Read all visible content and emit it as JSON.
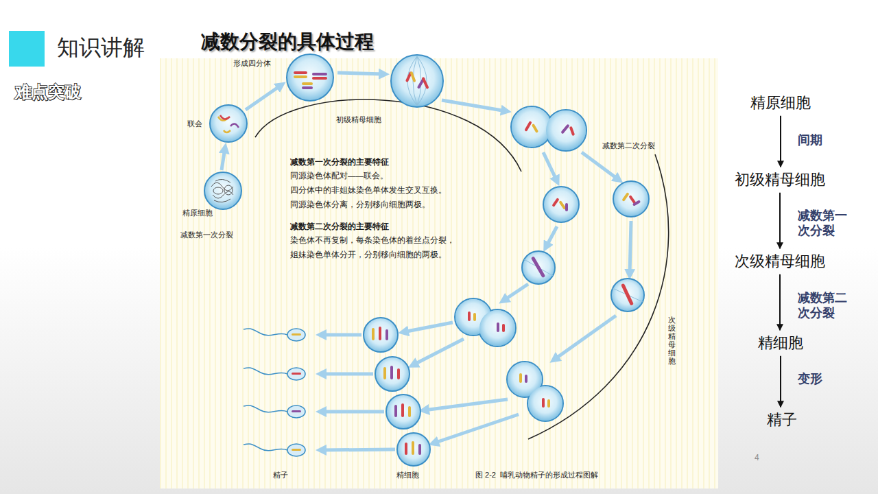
{
  "diagram": {
    "title": "减数分裂的具体过程",
    "caption": "图 2-2  哺乳动物精子的形成过程图解",
    "nodes": [
      {
        "text": [
          "精原细胞"
        ]
      },
      {
        "text": [
          "初级精母细胞"
        ]
      },
      {
        "text": [
          "次级精母细胞"
        ]
      },
      {
        "text": [
          "精细胞"
        ]
      },
      {
        "text": [
          "精子"
        ]
      }
    ],
    "edges": [
      {
        "from": 0,
        "to": 1,
        "arrow": "to",
        "label": "间期"
      },
      {
        "from": 1,
        "to": 2,
        "arrow": "to",
        "label": "减数第一次分裂"
      },
      {
        "from": 2,
        "to": 3,
        "arrow": "to",
        "label": "减数第二次分裂"
      },
      {
        "from": 3,
        "to": 4,
        "arrow": "to",
        "label": "变形"
      }
    ],
    "labels": [
      "知识讲解",
      "难点突破",
      "形成四分体",
      "联会",
      "精原细胞",
      "减数第一次分裂",
      "初级精母细胞",
      "减数第二次分裂",
      "减数第一次分裂的主要特征",
      "同源染色体配对——联会。",
      "四分体中的非姐妹染色单体发生交叉互换。",
      "同源染色体分离，分别移向细胞两极。",
      "减数第二次分裂的主要特征",
      "染色体不再复制，每条染色体的着丝点分裂，",
      "姐妹染色单体分开，分别移向细胞的两极。",
      "次级精母细胞",
      "精子",
      "精细胞",
      "4"
    ]
  }
}
